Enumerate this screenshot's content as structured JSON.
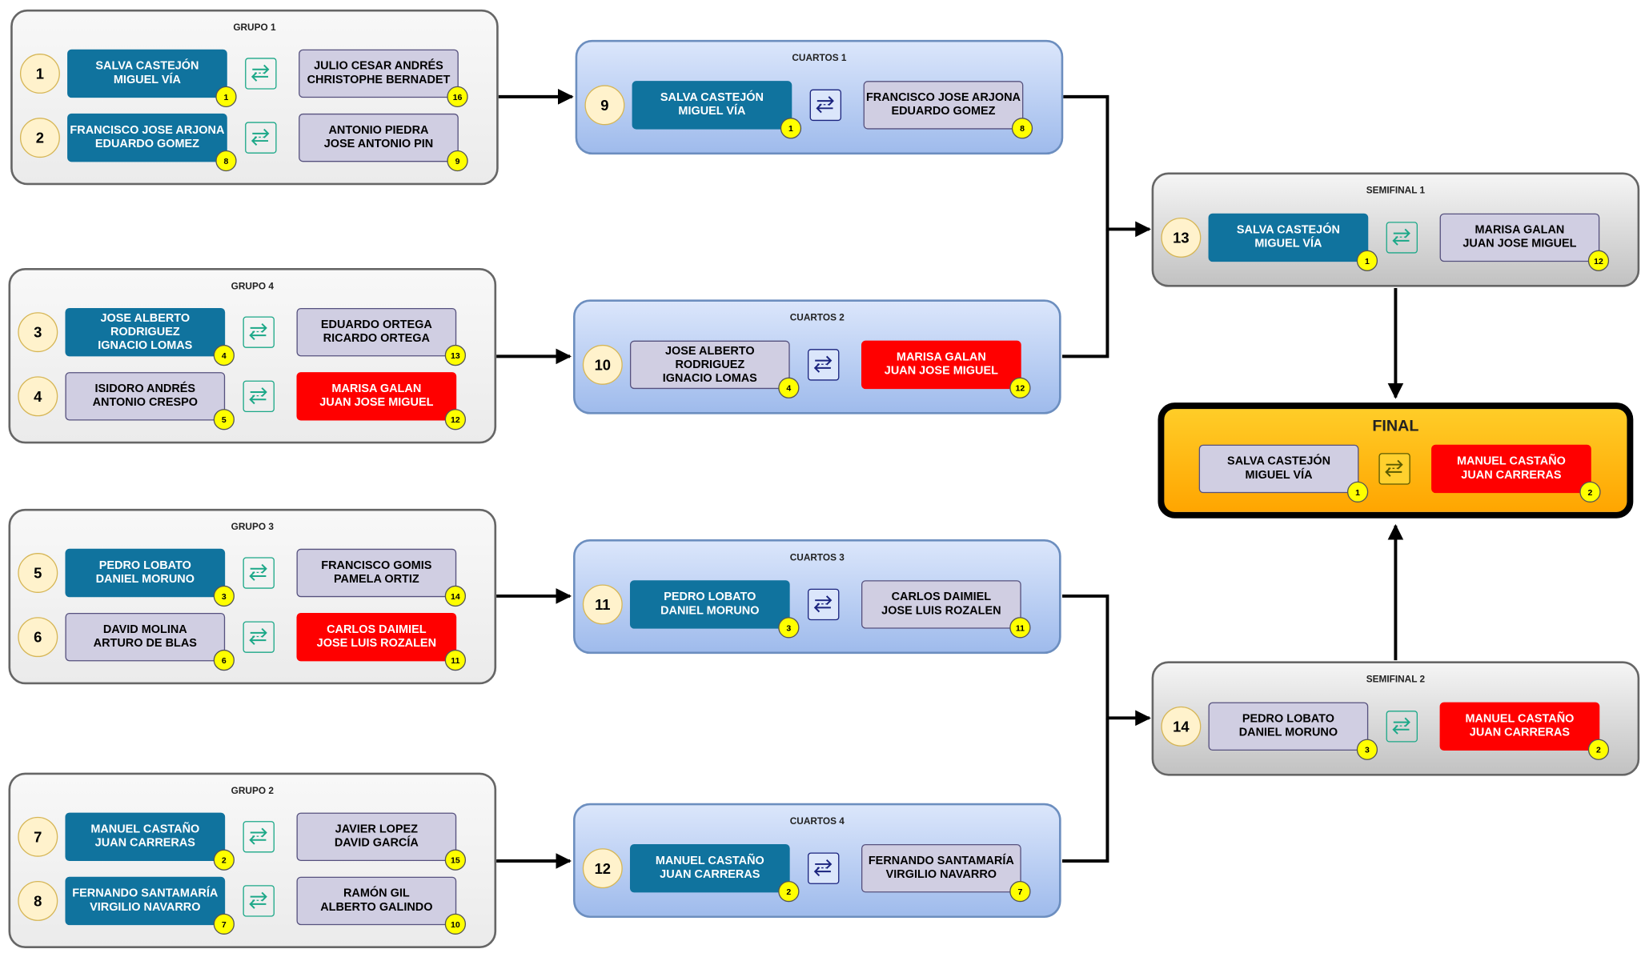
{
  "colors": {
    "winner": "#10739e",
    "eliminated": "#ff0000",
    "neutral": "#d0cee2",
    "seed": "#ffff00",
    "match_number": "#fff2cc",
    "final": "#ffa500"
  },
  "icons": {
    "versus": "swap-arrows-icon",
    "seed": "seed-badge"
  },
  "groups": [
    {
      "title": "GRUPO 1",
      "matches": [
        {
          "number": "1",
          "left": {
            "lines": [
              "SALVA CASTEJÓN",
              "MIGUEL VÍA"
            ],
            "seed": "1",
            "status": "win"
          },
          "right": {
            "lines": [
              "JULIO CESAR ANDRÉS",
              "CHRISTOPHE BERNADET"
            ],
            "seed": "16",
            "status": "neutral"
          }
        },
        {
          "number": "2",
          "left": {
            "lines": [
              "FRANCISCO JOSE ARJONA",
              "EDUARDO GOMEZ"
            ],
            "seed": "8",
            "status": "win"
          },
          "right": {
            "lines": [
              "ANTONIO PIEDRA",
              "JOSE ANTONIO PIN"
            ],
            "seed": "9",
            "status": "neutral"
          }
        }
      ]
    },
    {
      "title": "GRUPO 4",
      "matches": [
        {
          "number": "3",
          "left": {
            "lines": [
              "JOSE ALBERTO RODRIGUEZ",
              "IGNACIO LOMAS"
            ],
            "seed": "4",
            "status": "win"
          },
          "right": {
            "lines": [
              "EDUARDO ORTEGA",
              "RICARDO ORTEGA"
            ],
            "seed": "13",
            "status": "neutral"
          }
        },
        {
          "number": "4",
          "left": {
            "lines": [
              "ISIDORO ANDRÉS",
              "ANTONIO CRESPO"
            ],
            "seed": "5",
            "status": "neutral"
          },
          "right": {
            "lines": [
              "MARISA GALAN",
              "JUAN JOSE MIGUEL"
            ],
            "seed": "12",
            "status": "lose"
          }
        }
      ]
    },
    {
      "title": "GRUPO 3",
      "matches": [
        {
          "number": "5",
          "left": {
            "lines": [
              "PEDRO LOBATO",
              "DANIEL MORUNO"
            ],
            "seed": "3",
            "status": "win"
          },
          "right": {
            "lines": [
              "FRANCISCO GOMIS",
              "PAMELA ORTIZ"
            ],
            "seed": "14",
            "status": "neutral"
          }
        },
        {
          "number": "6",
          "left": {
            "lines": [
              "DAVID MOLINA",
              "ARTURO DE BLAS"
            ],
            "seed": "6",
            "status": "neutral"
          },
          "right": {
            "lines": [
              "CARLOS DAIMIEL",
              "JOSE LUIS ROZALEN"
            ],
            "seed": "11",
            "status": "lose"
          }
        }
      ]
    },
    {
      "title": "GRUPO 2",
      "matches": [
        {
          "number": "7",
          "left": {
            "lines": [
              "MANUEL CASTAÑO",
              "JUAN CARRERAS"
            ],
            "seed": "2",
            "status": "win"
          },
          "right": {
            "lines": [
              "JAVIER LOPEZ",
              "DAVID GARCÍA"
            ],
            "seed": "15",
            "status": "neutral"
          }
        },
        {
          "number": "8",
          "left": {
            "lines": [
              "FERNANDO SANTAMARÍA",
              "VIRGILIO NAVARRO"
            ],
            "seed": "7",
            "status": "win"
          },
          "right": {
            "lines": [
              "RAMÓN GIL",
              "ALBERTO GALINDO"
            ],
            "seed": "10",
            "status": "neutral"
          }
        }
      ]
    }
  ],
  "quarterfinals": [
    {
      "title": "CUARTOS 1",
      "number": "9",
      "left": {
        "lines": [
          "SALVA CASTEJÓN",
          "MIGUEL VÍA"
        ],
        "seed": "1",
        "status": "win"
      },
      "right": {
        "lines": [
          "FRANCISCO JOSE ARJONA",
          "EDUARDO GOMEZ"
        ],
        "seed": "8",
        "status": "neutral"
      }
    },
    {
      "title": "CUARTOS 2",
      "number": "10",
      "left": {
        "lines": [
          "JOSE ALBERTO RODRIGUEZ",
          "IGNACIO LOMAS"
        ],
        "seed": "4",
        "status": "neutral"
      },
      "right": {
        "lines": [
          "MARISA GALAN",
          "JUAN JOSE MIGUEL"
        ],
        "seed": "12",
        "status": "lose"
      }
    },
    {
      "title": "CUARTOS 3",
      "number": "11",
      "left": {
        "lines": [
          "PEDRO LOBATO",
          "DANIEL MORUNO"
        ],
        "seed": "3",
        "status": "win"
      },
      "right": {
        "lines": [
          "CARLOS DAIMIEL",
          "JOSE LUIS ROZALEN"
        ],
        "seed": "11",
        "status": "neutral"
      }
    },
    {
      "title": "CUARTOS 4",
      "number": "12",
      "left": {
        "lines": [
          "MANUEL CASTAÑO",
          "JUAN CARRERAS"
        ],
        "seed": "2",
        "status": "win"
      },
      "right": {
        "lines": [
          "FERNANDO SANTAMARÍA",
          "VIRGILIO NAVARRO"
        ],
        "seed": "7",
        "status": "neutral"
      }
    }
  ],
  "semifinals": [
    {
      "title": "SEMIFINAL 1",
      "number": "13",
      "left": {
        "lines": [
          "SALVA CASTEJÓN",
          "MIGUEL VÍA"
        ],
        "seed": "1",
        "status": "win"
      },
      "right": {
        "lines": [
          "MARISA GALAN",
          "JUAN JOSE MIGUEL"
        ],
        "seed": "12",
        "status": "neutral"
      }
    },
    {
      "title": "SEMIFINAL 2",
      "number": "14",
      "left": {
        "lines": [
          "PEDRO LOBATO",
          "DANIEL MORUNO"
        ],
        "seed": "3",
        "status": "neutral"
      },
      "right": {
        "lines": [
          "MANUEL CASTAÑO",
          "JUAN CARRERAS"
        ],
        "seed": "2",
        "status": "lose"
      }
    }
  ],
  "final": {
    "title": "FINAL",
    "left": {
      "lines": [
        "SALVA CASTEJÓN",
        "MIGUEL VÍA"
      ],
      "seed": "1",
      "status": "neutral"
    },
    "right": {
      "lines": [
        "MANUEL CASTAÑO",
        "JUAN CARRERAS"
      ],
      "seed": "2",
      "status": "lose"
    }
  }
}
